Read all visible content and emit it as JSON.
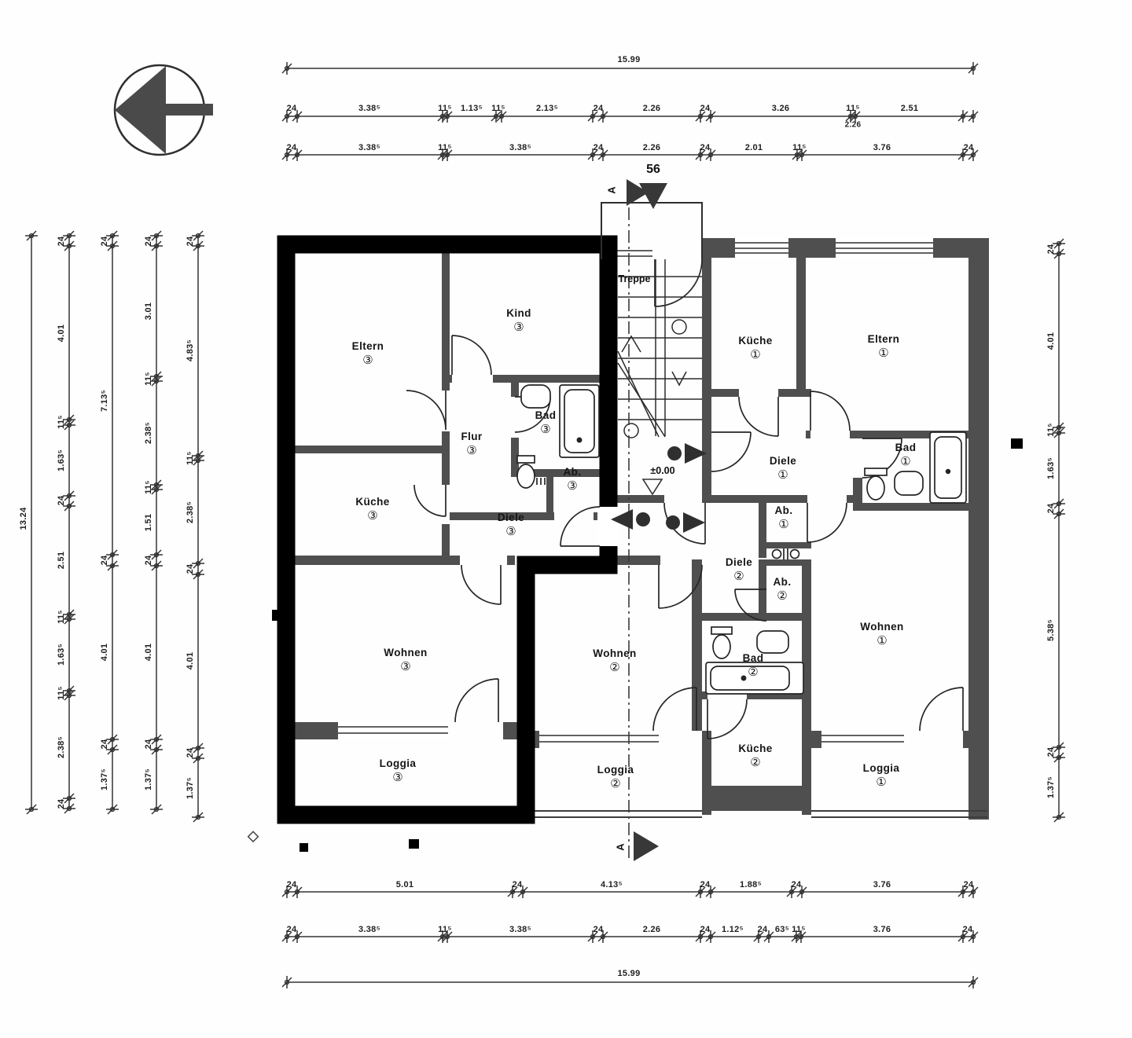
{
  "annotations": {
    "entrance_number": "56",
    "section_letter_top": "A",
    "section_letter_bottom": "A",
    "stair_label": "Treppe",
    "level_marker": "±0.00"
  },
  "rooms": {
    "unit3": {
      "eltern": {
        "name": "Eltern",
        "num": "③"
      },
      "kind": {
        "name": "Kind",
        "num": "③"
      },
      "flur": {
        "name": "Flur",
        "num": "③"
      },
      "bad": {
        "name": "Bad",
        "num": "③"
      },
      "kueche": {
        "name": "Küche",
        "num": "③"
      },
      "diele": {
        "name": "Diele",
        "num": "③"
      },
      "ab": {
        "name": "Ab.",
        "num": "③"
      },
      "wohnen": {
        "name": "Wohnen",
        "num": "③"
      },
      "loggia": {
        "name": "Loggia",
        "num": "③"
      }
    },
    "unit2": {
      "wohnen": {
        "name": "Wohnen",
        "num": "②"
      },
      "loggia": {
        "name": "Loggia",
        "num": "②"
      },
      "diele": {
        "name": "Diele",
        "num": "②"
      },
      "ab": {
        "name": "Ab.",
        "num": "②"
      },
      "bad": {
        "name": "Bad",
        "num": "②"
      },
      "kueche": {
        "name": "Küche",
        "num": "②"
      }
    },
    "unit1": {
      "kueche": {
        "name": "Küche",
        "num": "①"
      },
      "eltern": {
        "name": "Eltern",
        "num": "①"
      },
      "diele": {
        "name": "Diele",
        "num": "①"
      },
      "bad": {
        "name": "Bad",
        "num": "①"
      },
      "ab": {
        "name": "Ab.",
        "num": "①"
      },
      "wohnen": {
        "name": "Wohnen",
        "num": "①"
      },
      "loggia": {
        "name": "Loggia",
        "num": "①"
      }
    }
  },
  "dimensions": {
    "top": {
      "total": "15.99",
      "row2": [
        "24",
        "3.38⁵",
        "11⁵",
        "1.13⁵",
        "11⁵",
        "2.13⁵",
        "24",
        "2.26",
        "24",
        "3.26",
        "11⁵",
        "2.51"
      ],
      "row2_sub": "2.26",
      "row3": [
        "24",
        "3.38⁵",
        "11⁵",
        "3.38⁵",
        "24",
        "2.26",
        "24",
        "2.01",
        "11⁵",
        "3.76",
        "24"
      ]
    },
    "bottom": {
      "row1": [
        "24",
        "5.01",
        "24",
        "4.13⁵",
        "24",
        "1.88⁵",
        "24",
        "3.76",
        "24"
      ],
      "row2": [
        "24",
        "3.38⁵",
        "11⁵",
        "3.38⁵",
        "24",
        "2.26",
        "24",
        "1.12⁵",
        "24",
        "63⁵",
        "11⁵",
        "3.76",
        "24"
      ],
      "total": "15.99"
    },
    "left": {
      "total": "13.24",
      "chain_b": [
        "24",
        "4.01",
        "11⁵",
        "1.63⁵",
        "24",
        "2.51",
        "11⁵",
        "1.63⁵",
        "11⁵",
        "2.38⁵",
        "24"
      ],
      "chain_c": [
        "24",
        "7.13⁵",
        "24",
        "4.01",
        "24",
        "1.37⁵"
      ],
      "chain_d": [
        "24",
        "3.01",
        "11⁵",
        "2.38⁵",
        "11⁵",
        "1.51",
        "24",
        "4.01",
        "24",
        "1.37⁵"
      ],
      "chain_e": [
        "24",
        "4.83⁵",
        "11⁵",
        "2.38⁵",
        "24",
        "4.01",
        "24",
        "1.37⁵"
      ]
    },
    "right": {
      "chain": [
        "24",
        "4.01",
        "11⁵",
        "1.63⁵",
        "24",
        "5.38⁵",
        "24",
        "1.37⁵"
      ]
    }
  }
}
